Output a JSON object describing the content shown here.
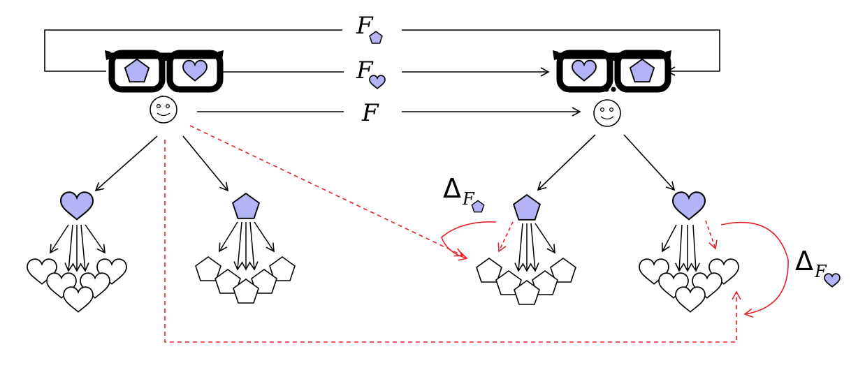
{
  "labels": {
    "f_pentagon": "F",
    "f_heart": "F",
    "f": "F",
    "delta_pentagon": "Δ",
    "delta_pentagon_sub": "F",
    "delta_heart": "Δ",
    "delta_heart_sub": "F"
  },
  "colors": {
    "line": "#000000",
    "accent_fill": "#b3b3f5",
    "dashed_red": "#e8202a"
  },
  "icons": {
    "glasses": "glasses-icon",
    "face": "smiley-face-icon",
    "heart": "heart-icon",
    "pentagon": "pentagon-icon"
  }
}
